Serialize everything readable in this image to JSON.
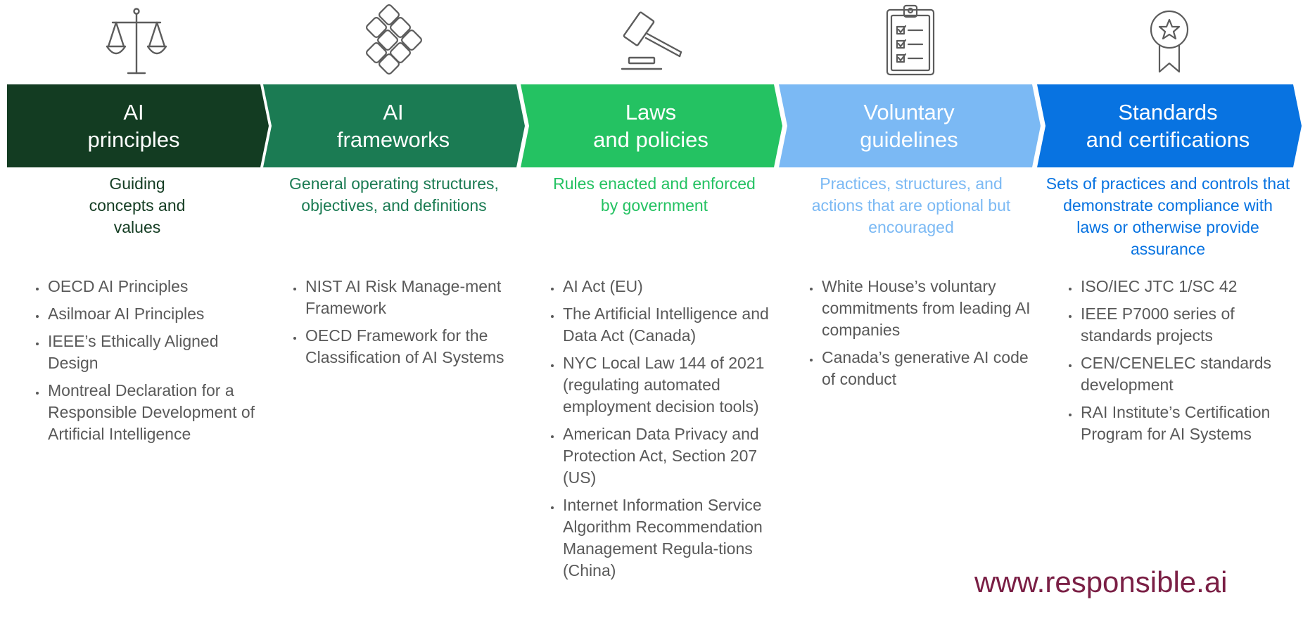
{
  "colors": {
    "ai_principles": "#133c22",
    "ai_frameworks": "#1b7b53",
    "laws_policies": "#24c262",
    "voluntary_guidelines": "#7bb9f4",
    "standards_certifications": "#0873e1",
    "bullet_text": "#595959",
    "site_url": "#7a1f45",
    "icon_stroke": "#5c5c5c"
  },
  "columns": [
    {
      "icon": "scales-icon",
      "title_line1": "AI",
      "title_line2": "principles",
      "description": "Guiding concepts and values",
      "items": [
        "OECD AI Principles",
        "Asilmoar AI Principles",
        "IEEE’s Ethically Aligned Design",
        "Montreal Declaration for a Responsible Development of Artificial Intelligence"
      ]
    },
    {
      "icon": "interlinked-blocks-icon",
      "title_line1": "AI",
      "title_line2": "frameworks",
      "description": "General operating structures, objectives, and definitions",
      "items": [
        "NIST AI Risk Manage-ment Framework",
        "OECD Framework for the Classification of AI Systems"
      ]
    },
    {
      "icon": "gavel-icon",
      "title_line1": "Laws",
      "title_line2": "and policies",
      "description": "Rules enacted and enforced by government",
      "items": [
        "AI Act (EU)",
        "The Artificial Intelligence and Data Act (Canada)",
        "NYC Local Law 144 of 2021 (regulating automated employment decision tools)",
        "American Data Privacy and Protection Act, Section 207 (US)",
        "Internet Information Service Algorithm Recommendation Management Regula-tions (China)"
      ]
    },
    {
      "icon": "checklist-clipboard-icon",
      "title_line1": "Voluntary",
      "title_line2": "guidelines",
      "description": "Practices, structures, and actions that are optional but encouraged",
      "items": [
        "White House’s voluntary commitments from leading AI companies",
        "Canada’s generative AI code of conduct"
      ]
    },
    {
      "icon": "award-ribbon-icon",
      "title_line1": "Standards",
      "title_line2": "and certifications",
      "description": "Sets of practices and controls that demonstrate compliance with laws or otherwise provide assurance",
      "items": [
        "ISO/IEC JTC 1/SC 42",
        "IEEE P7000 series of standards projects",
        "CEN/CENELEC standards development",
        "RAI Institute’s Certification Program for AI Systems"
      ]
    }
  ],
  "site_url": "www.responsible.ai"
}
